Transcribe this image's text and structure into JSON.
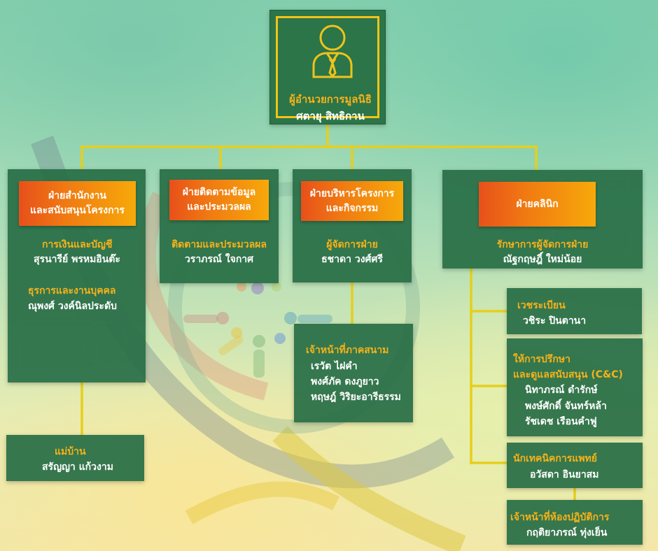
{
  "director": {
    "title": "ผู้อำนวยการมูลนิธิ",
    "name": "ศตายุ สิทธิกาน",
    "icon": "person-tie-icon"
  },
  "office_department": {
    "title_line1": "ฝ่ายสำนักงาน",
    "title_line2": "และสนับสนุนโครงการ",
    "units": [
      {
        "role": "การเงินและบัญชี",
        "name": "สุรนารีย์ พรหมอินต๊ะ"
      },
      {
        "role": "ธุรการและงานบุคคล",
        "name": "ณุพงศ์ วงค์นิลประดับ"
      }
    ],
    "housekeeper": {
      "role": "แม่บ้าน",
      "name": "สรัญญา แก้วงาม"
    }
  },
  "monitoring_department": {
    "title_line1": "ฝ่ายติดตามข้อมูล",
    "title_line2": "และประมวลผล",
    "role": "ติดตามและประมวลผล",
    "name": "วราภรณ์ ใจกาศ"
  },
  "project_department": {
    "title_line1": "ฝ่ายบริหารโครงการ",
    "title_line2": "และกิจกรรม",
    "role": "ผู้จัดการฝ่าย",
    "name": "ธชาดา วงศ์ศรี",
    "field_staff": {
      "role": "เจ้าหน้าที่ภาคสนาม",
      "names": [
        "เรวัต ไฝคำ",
        "พงศ์ภัค ดงภูยาว",
        "หฤษฎ์ วิริยะอารีธรรม"
      ]
    }
  },
  "clinic_department": {
    "title": "ฝ่ายคลินิก",
    "role": "รักษาการผู้จัดการฝ่าย",
    "name": "ณัฐกฤษฎิ์   ใหม่น้อย",
    "sub_units": {
      "records": {
        "role": "เวชระเบียน",
        "name": "วชิระ ปินตานา"
      },
      "counseling": {
        "role_line1": "ให้การปรึกษา",
        "role_line2": "และดูแลสนับสนุน (C&C)",
        "names": [
          "นิทาภรณ์ ดำรักษ์",
          "พงษ์ศักดิ์  จันทร์หล้า",
          "รัชเดช  เรือนคำฟู"
        ]
      },
      "medtech": {
        "role": "นักเทคนิคการแพทย์",
        "name": "อวัสดา อินยาสม"
      },
      "lab": {
        "role": "เจ้าหน้าที่ห้องปฏิบัติการ",
        "name": "กฤติยาภรณ์ ทุ่งเย็น"
      }
    }
  },
  "colors": {
    "box_green": "#286e46",
    "accent_gold": "#f6b21a",
    "connector_yellow": "#e6cf1c",
    "banner_orange": "#f07a12"
  }
}
